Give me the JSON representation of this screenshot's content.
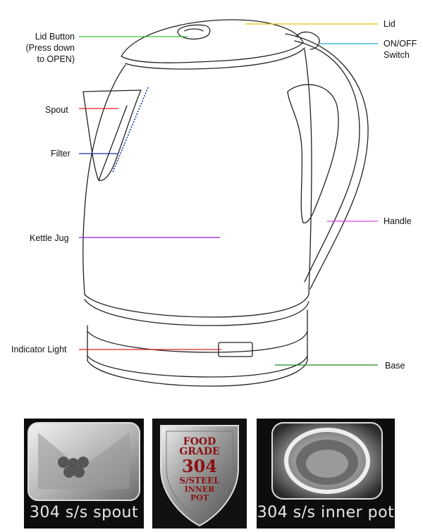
{
  "labels": {
    "lid_button": "Lid Button",
    "lid_button_note_1": "(Press down",
    "lid_button_note_2": "to OPEN)",
    "lid": "Lid",
    "on_off_1": "ON/OFF",
    "on_off_2": "Switch",
    "spout": "Spout",
    "filter": "Filter",
    "handle": "Handle",
    "kettle_jug": "Kettle Jug",
    "indicator_light": "Indicator Light",
    "base": "Base"
  },
  "photos": {
    "spout_caption": "304 s/s spout",
    "inner_pot_caption": "304 s/s inner pot",
    "badge_line1": "FOOD",
    "badge_line2": "GRADE",
    "badge_line3": "304",
    "badge_line4": "S/STEEL",
    "badge_line5": "INNER",
    "badge_line6": "POT"
  },
  "colors": {
    "lid_button_line": "#33cc33",
    "lid_line": "#e8c000",
    "switch_line": "#20a8d8",
    "spout_line": "#e02020",
    "filter_line": "#1a2ea8",
    "handle_line": "#e040e0",
    "jug_line": "#8a1ad0",
    "indicator_line": "#e02020",
    "base_line": "#1a8a1a"
  }
}
